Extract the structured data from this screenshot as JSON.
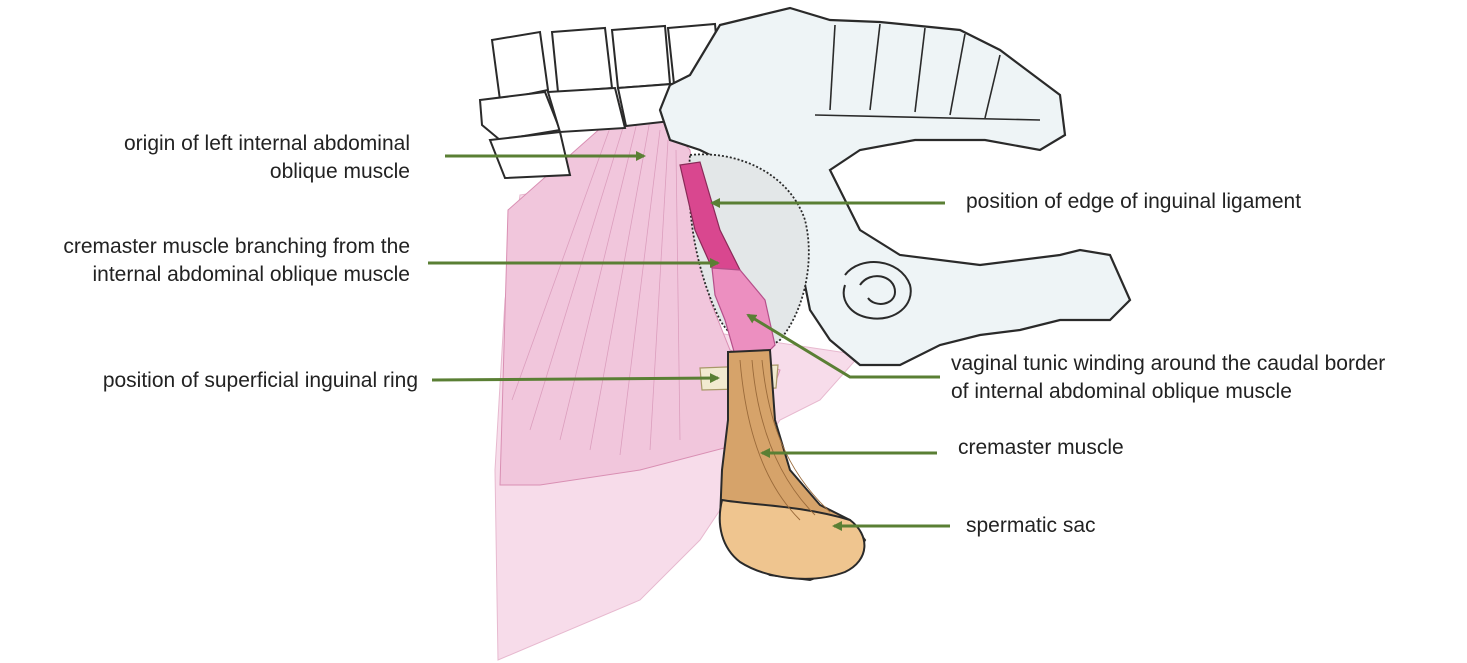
{
  "colors": {
    "arrow": "#5a7f34",
    "outline": "#2a2a2a",
    "pelvis_fill": "#eef4f6",
    "ligament_fill": "#e3e7e8",
    "internal_oblique": "#f1c6dc",
    "external_oblique": "#f7dcea",
    "cremaster_branch": "#d9478f",
    "vaginal_tunic": "#ec8fc0",
    "cremaster": "#d6a36a",
    "spermatic_sac": "#efc58f"
  },
  "labels": {
    "origin": {
      "line1": "origin of left internal abdominal",
      "line2": "oblique muscle"
    },
    "cremaster_branch": {
      "line1": "cremaster muscle branching from the",
      "line2": "internal abdominal oblique muscle"
    },
    "superficial_ring": {
      "line1": "position of superficial inguinal ring"
    },
    "inguinal_ligament": {
      "line1": "position of edge of inguinal ligament"
    },
    "vaginal_tunic": {
      "line1": "vaginal tunic winding around the caudal border",
      "line2": "of internal abdominal oblique muscle"
    },
    "cremaster_muscle": {
      "line1": "cremaster muscle"
    },
    "spermatic_sac": {
      "line1": "spermatic sac"
    }
  }
}
